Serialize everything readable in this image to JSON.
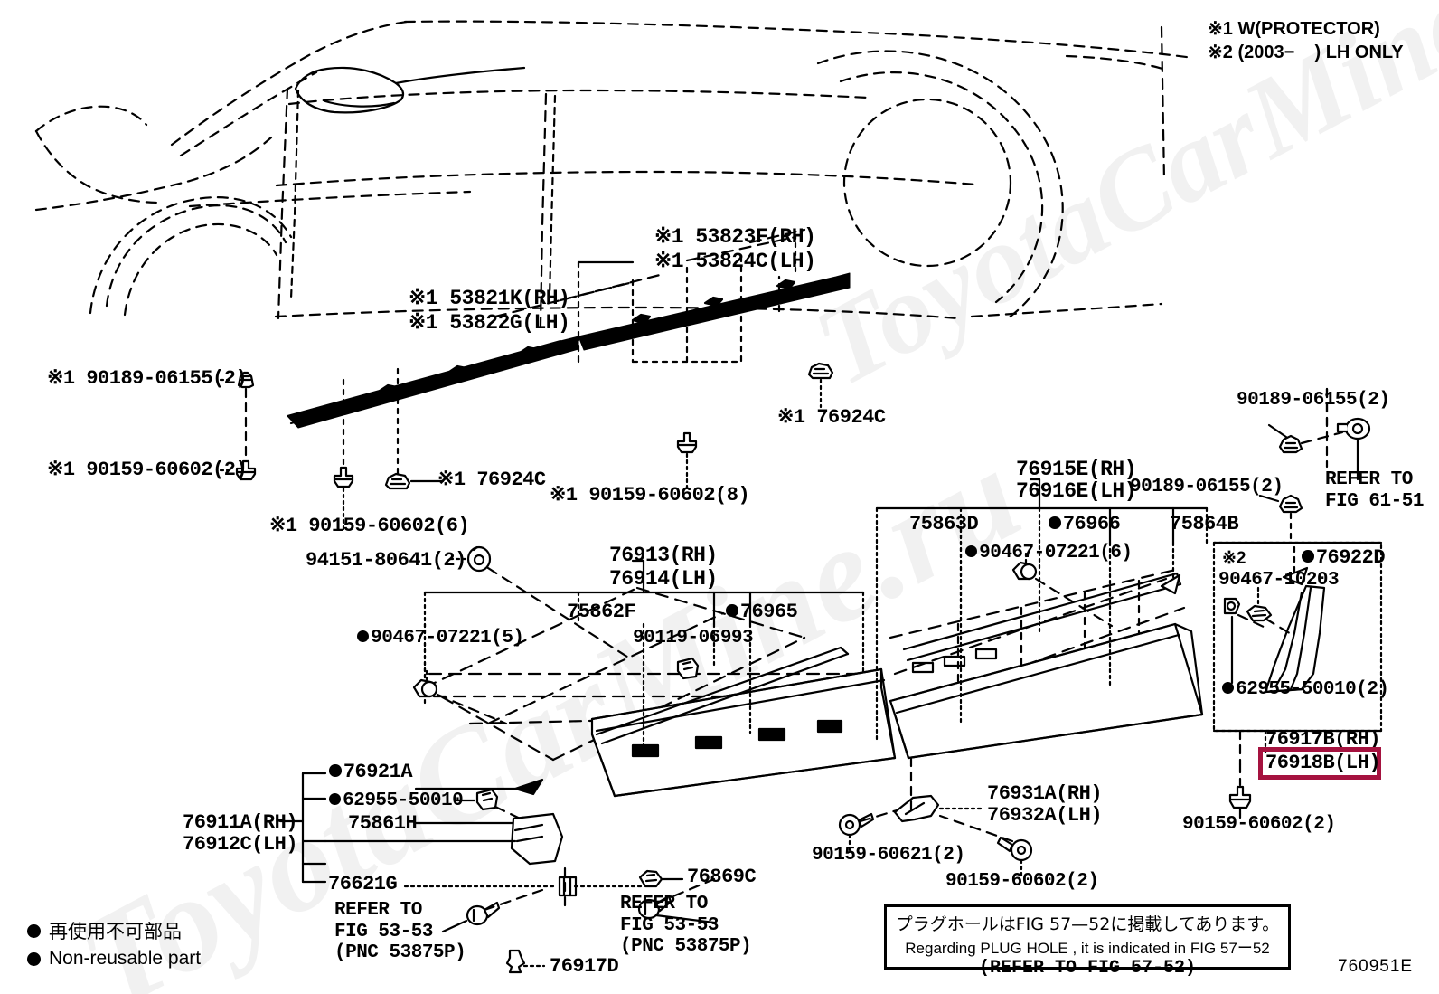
{
  "diagram": {
    "id_code": "760951E",
    "notes_top": [
      "※1 W(PROTECTOR)",
      "※2 (2003−    ) LH ONLY"
    ],
    "legend": {
      "japanese": "再使用不可部品",
      "english": "Non-reusable part"
    },
    "plug_hole_note": {
      "line1": "プラグホールはFIG 57—52に掲載してあります。",
      "line2": "Regarding  PLUG  HOLE , it is indicated in FIG  57ー52",
      "line3": "(REFER TO FIG 57-52)"
    },
    "highlighted_part": "76918B(LH)",
    "highlight_color": "#a5123f"
  },
  "labels": {
    "moulding_rh_front": "※1 53821K(RH)",
    "moulding_lh_front": "※1 53822G(LH)",
    "moulding_rh_rear": "※1 53823F(RH)",
    "moulding_lh_rear": "※1 53824C(LH)",
    "clip_90189_06155_2_star": "※1 90189-06155(2)",
    "clip_90159_60602_2_star": "※1 90159-60602(2)",
    "clip_90159_60602_6_star": "※1 90159-60602(6)",
    "clip_90159_60602_8_star": "※1 90159-60602(8)",
    "clip_76924C_a": "※1 76924C",
    "clip_76924C_b": "※1 76924C",
    "nut_94151_80641": "94151-80641(2)",
    "rocker_rh": "76913(RH)",
    "rocker_lh": "76914(LH)",
    "part_75862F": "75862F",
    "part_90119_06993": "90119-06993",
    "part_76965": "76965",
    "part_90467_07221_5": "90467-07221(5)",
    "part_76921A": "76921A",
    "part_62955_50010": "62955-50010",
    "part_75861H": "75861H",
    "rocker_fr_rh": "76911A(RH)",
    "rocker_fr_lh": "76912C(LH)",
    "part_76621G": "76621G",
    "refer_53_53_left": "REFER TO\nFIG 53-53\n(PNC 53875P)",
    "refer_53_53_right": "REFER TO\nFIG 53-53\n(PNC 53875P)",
    "part_76917D": "76917D",
    "part_76869C": "76869C",
    "rear_rocker_rh": "76915E(RH)",
    "rear_rocker_lh": "76916E(LH)",
    "part_75863D": "75863D",
    "part_90467_07221_6": "90467-07221(6)",
    "part_76966": "76966",
    "part_75864B": "75864B",
    "clip_90189_06155_2": "90189-06155(2)",
    "refer_61_51": "REFER TO\nFIG 61-51",
    "clip_90189_06155_2_top_right": "90189-06155(2)",
    "part_76922D": "76922D",
    "star2_marker": "※2",
    "part_90467_10203": "90467-10203",
    "part_62955_50010_2": "62955-50010(2)",
    "mudguard_rh": "76917B(RH)",
    "mudguard_lh": "76918B(LH)",
    "clip_90159_60602_2_br": "90159-60602(2)",
    "bracket_rh": "76931A(RH)",
    "bracket_lh": "76932A(LH)",
    "screw_90159_60621_2": "90159-60621(2)",
    "screw_90159_60602_2_bot": "90159-60602(2)"
  },
  "watermark": {
    "text": "ToyotaCarMine.ru"
  }
}
